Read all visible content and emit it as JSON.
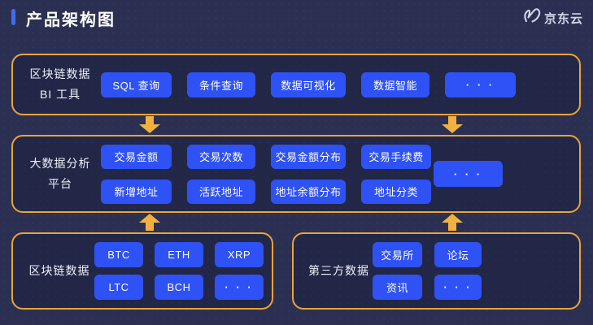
{
  "header": {
    "title": "产品架构图",
    "logo_text": "京东云"
  },
  "colors": {
    "background": "#2b3053",
    "layer_border_gold": "#e7a43c",
    "arrow_gold": "#f2b13e",
    "chip_blue": "#2e52f5",
    "title_bar_blue": "#3d6df2",
    "text_white": "#ffffff"
  },
  "icons": {
    "logo": "jdcloud-swoosh-icon",
    "flow_down": "arrow-down-icon",
    "flow_up": "arrow-up-icon"
  },
  "sections": {
    "bi": {
      "label_line1": "区块链数据",
      "label_line2": "BI 工具",
      "buttons": [
        "SQL 查询",
        "条件查询",
        "数据可视化",
        "数据智能",
        "· · ·"
      ]
    },
    "platform": {
      "label_line1": "大数据分析",
      "label_line2": "平台",
      "row1": [
        "交易金额",
        "交易次数",
        "交易金额分布",
        "交易手续费"
      ],
      "row2": [
        "新增地址",
        "活跃地址",
        "地址余额分布",
        "地址分类"
      ],
      "more": "· · ·"
    },
    "blockchain": {
      "label": "区块链数据",
      "row1": [
        "BTC",
        "ETH",
        "XRP"
      ],
      "row2": [
        "LTC",
        "BCH",
        "· · ·"
      ]
    },
    "thirdparty": {
      "label": "第三方数据",
      "row1": [
        "交易所",
        "论坛"
      ],
      "row2": [
        "资讯",
        "· · ·"
      ]
    }
  }
}
